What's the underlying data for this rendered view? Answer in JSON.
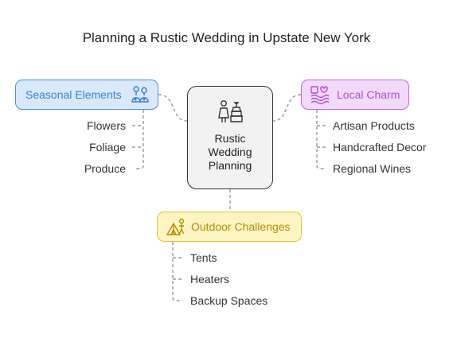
{
  "title": "Planning a Rustic Wedding in Upstate New York",
  "center": {
    "label": "Rustic Wedding Planning",
    "icon": "bride-groom-cake-icon"
  },
  "branches": {
    "seasonal": {
      "label": "Seasonal Elements",
      "icon": "flowers-icon",
      "color": "#4a90d9",
      "fill": "#d9e9fb",
      "items": [
        "Flowers",
        "Foliage",
        "Produce"
      ]
    },
    "local": {
      "label": "Local Charm",
      "icon": "heart-wave-icon",
      "color": "#c661e6",
      "fill": "#f2dafa",
      "items": [
        "Artisan Products",
        "Handcrafted Decor",
        "Regional Wines"
      ]
    },
    "outdoor": {
      "label": "Outdoor Challenges",
      "icon": "tent-person-icon",
      "color": "#e6c72a",
      "fill": "#fdf4c4",
      "items": [
        "Tents",
        "Heaters",
        "Backup Spaces"
      ]
    }
  }
}
